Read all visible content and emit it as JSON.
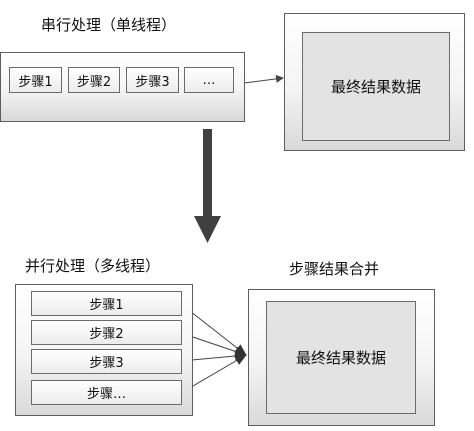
{
  "serial": {
    "title": "串行处理（单线程）",
    "steps": [
      "步骤1",
      "步骤2",
      "步骤3",
      "…"
    ],
    "result_label": "最终结果数据"
  },
  "parallel": {
    "title": "并行处理（多线程）",
    "steps": [
      "步骤1",
      "步骤2",
      "步骤3",
      "步骤…"
    ],
    "merge_label": "步骤结果合并",
    "result_label": "最终结果数据"
  },
  "colors": {
    "border": "#5e5e5e",
    "arrow": "#404040",
    "result_fill": "#e3e3e3"
  }
}
